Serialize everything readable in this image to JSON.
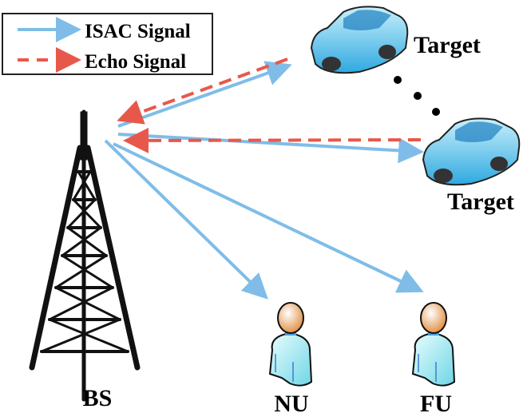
{
  "legend": {
    "items": [
      {
        "label": "ISAC Signal",
        "style": "solid",
        "color": "#7fbde8"
      },
      {
        "label": "Echo Signal",
        "style": "dashed",
        "color": "#e8584a"
      }
    ]
  },
  "nodes": {
    "bs": "BS",
    "target_top": "Target",
    "target_bottom": "Target",
    "near_user": "NU",
    "far_user": "FU"
  },
  "colors": {
    "isac": "#7fbde8",
    "echo": "#e8584a",
    "car": "#5cc6ee",
    "head": "#f0a860",
    "body": "#a9eef0"
  }
}
